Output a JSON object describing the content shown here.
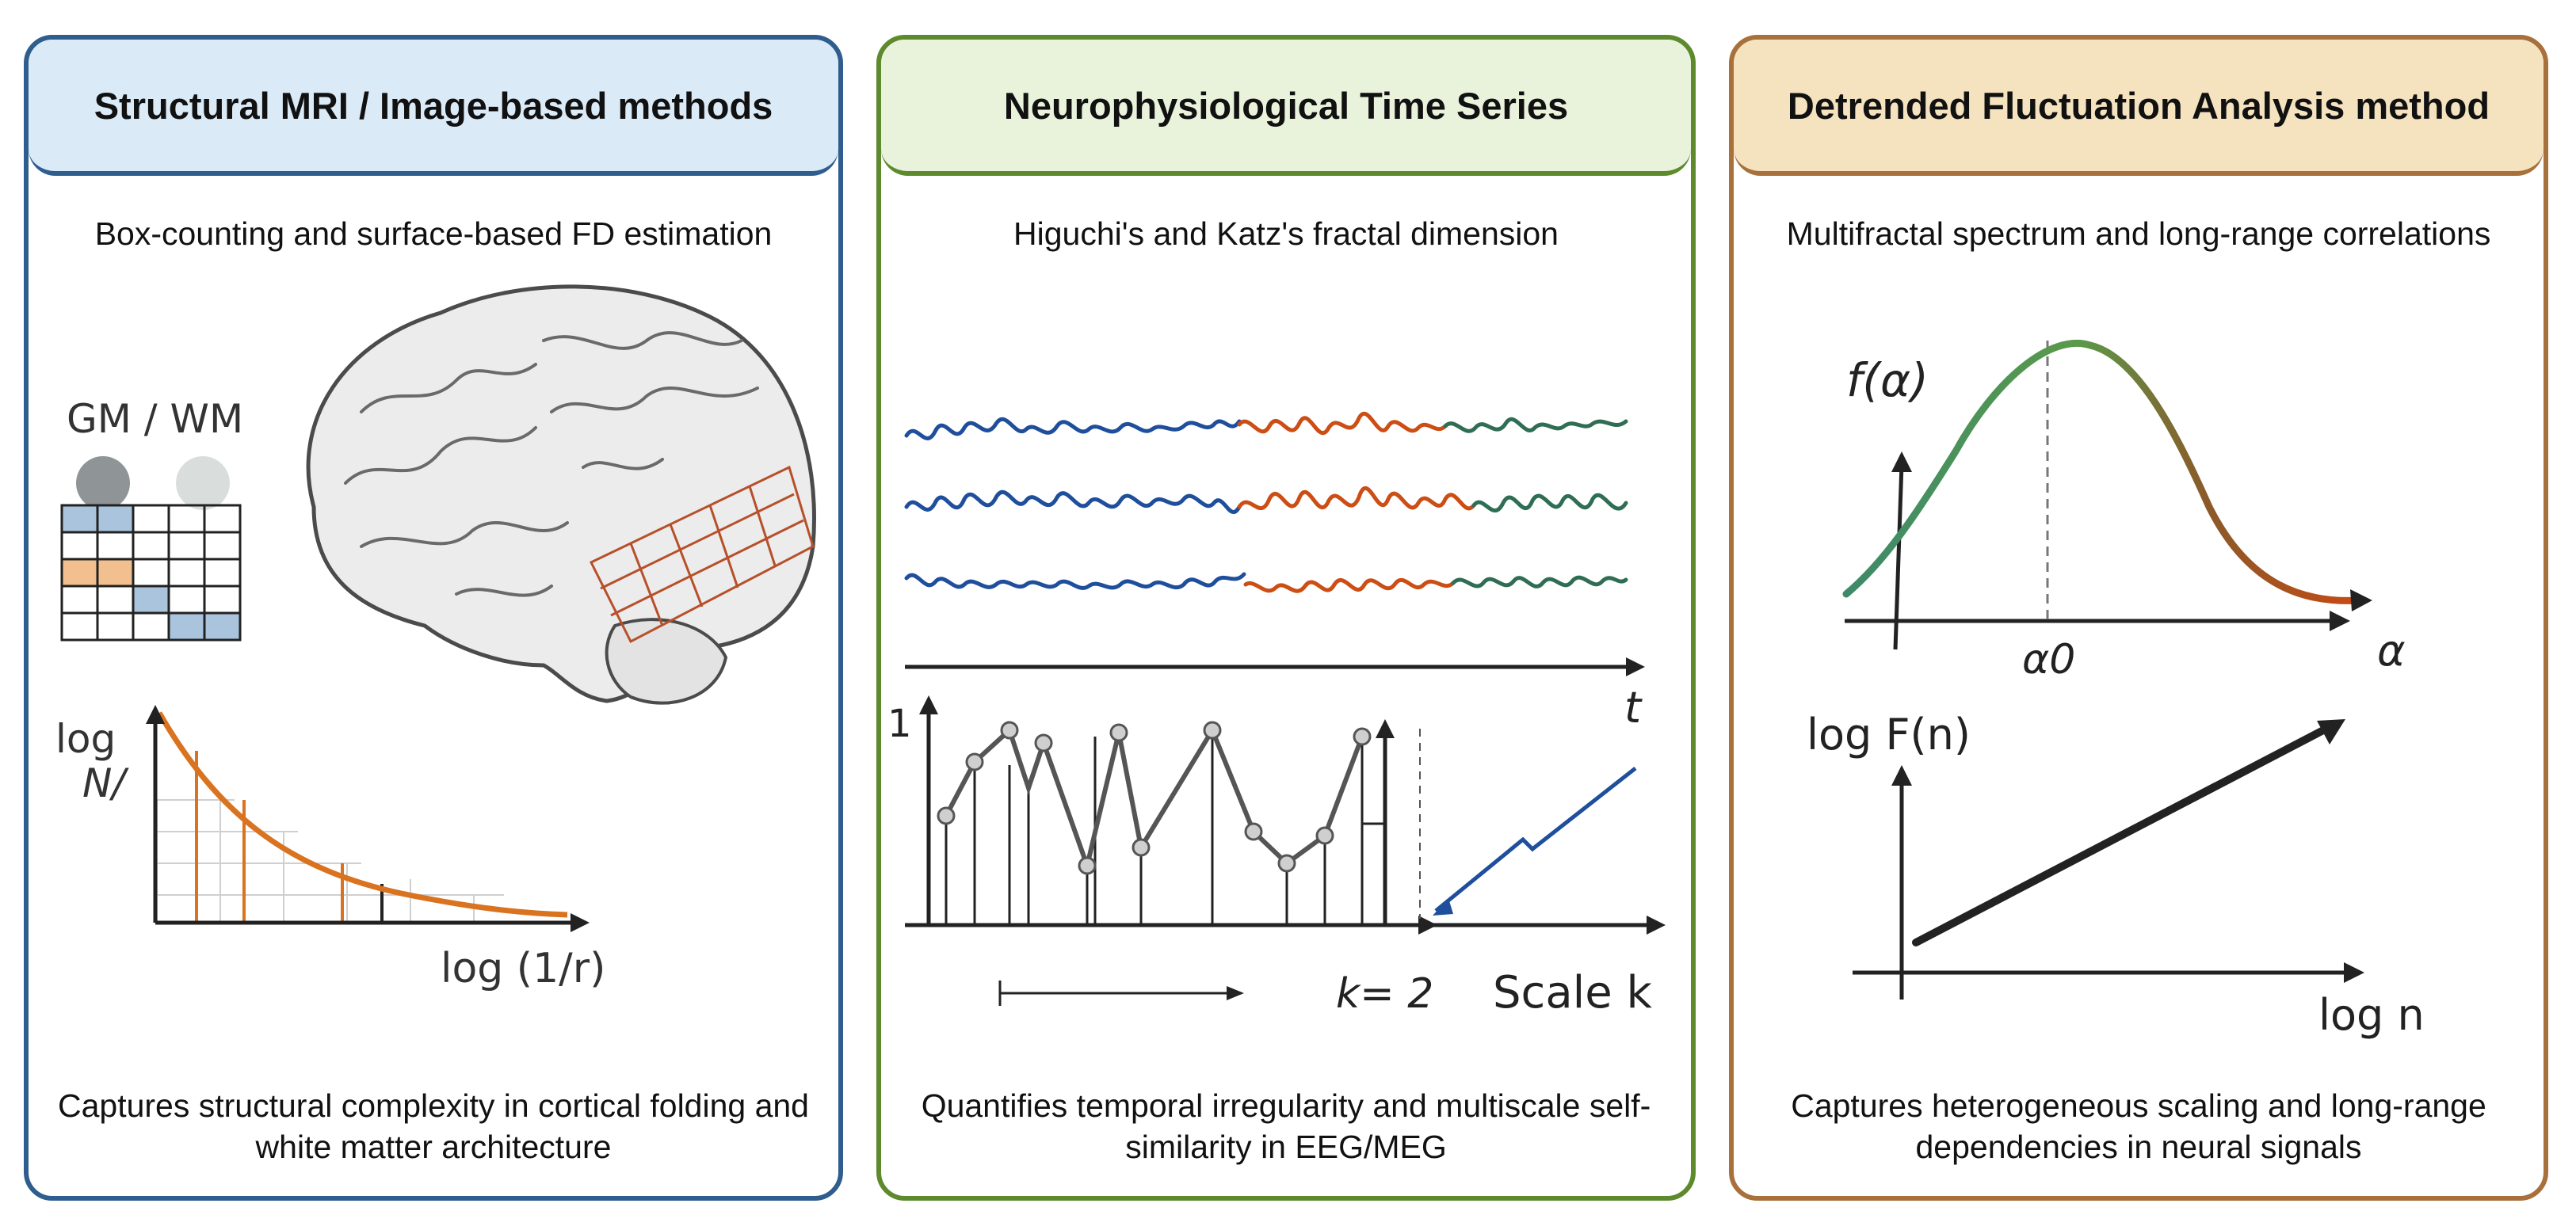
{
  "panels": [
    {
      "title": "Structural MRI / Image-based methods",
      "subtitle": "Box-counting and surface-based FD estimation",
      "legend": "GM / WM",
      "axis_y": "log\nN/",
      "axis_x": "log (1/r)",
      "footer": "Captures structural complexity in cortical folding and white matter architecture"
    },
    {
      "title": "Neurophysiological Time Series",
      "subtitle": "Higuchi's and Katz's fractal dimension",
      "axis_t": "t",
      "tick_1": "1",
      "k_label": "k= 2",
      "scale_label": "Scale k",
      "footer": "Quantifies temporal irregularity and multiscale self-similarity in EEG/MEG"
    },
    {
      "title": "Detrended Fluctuation Analysis method",
      "subtitle": "Multifractal spectrum and long-range correlations",
      "f_alpha": "f(α)",
      "alpha0": "α0",
      "alpha": "α",
      "log_F": "log F(n)",
      "log_n": "log n",
      "footer": "Captures heterogeneous scaling and long-range dependencies in neural signals"
    }
  ],
  "colors": {
    "blue_border": "#2f5d8e",
    "green_border": "#5e8a2e",
    "brown_border": "#a8703a",
    "orange_curve": "#d9731f",
    "wave_blue": "#1f4f9c",
    "wave_orange": "#cc4e14",
    "wave_green": "#2f6e55"
  }
}
